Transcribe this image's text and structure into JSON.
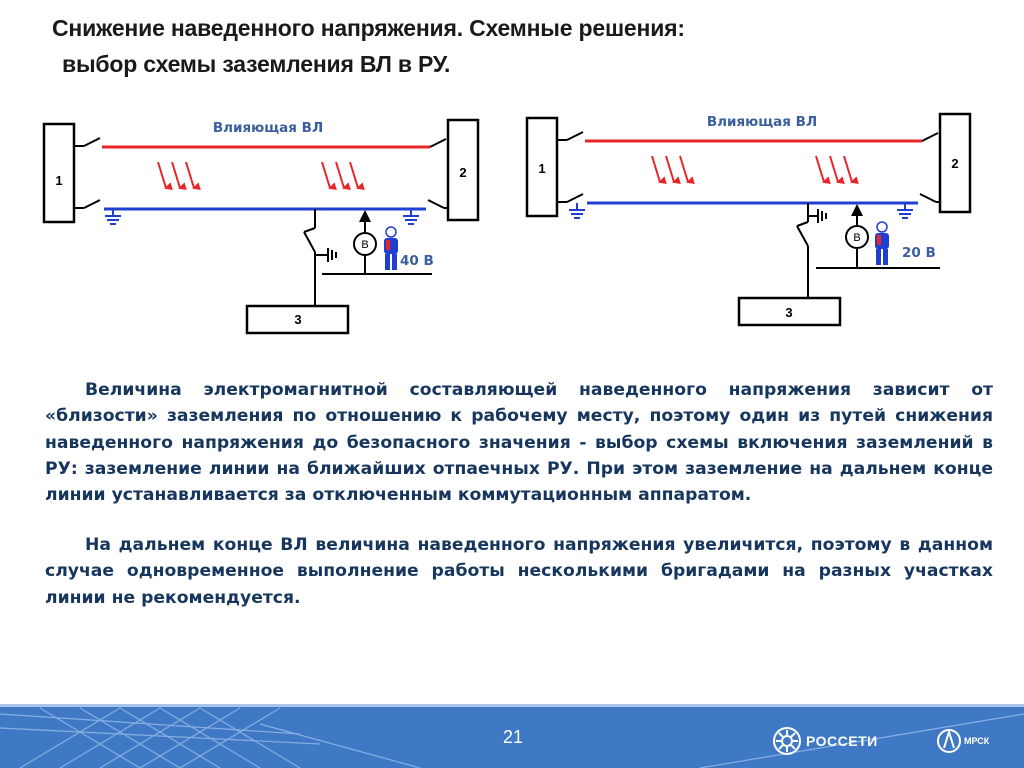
{
  "title": {
    "line1": "Снижение наведенного напряжения. Схемные решения:",
    "line2": "выбор схемы заземления ВЛ в РУ."
  },
  "diagram_left": {
    "line_label": "Влияющая ВЛ",
    "node1": "1",
    "node2": "2",
    "node3": "3",
    "meter": "В",
    "voltage": "40 В"
  },
  "diagram_right": {
    "line_label": "Влияющая ВЛ",
    "node1": "1",
    "node2": "2",
    "node3": "3",
    "meter": "В",
    "voltage": "20 В"
  },
  "paragraphs": [
    "Величина электромагнитной составляющей наведенного напряжения зависит от «близости» заземления по отношению к рабочему месту, поэтому один из путей снижения наведенного напряжения до безопасного значения - выбор схемы включения заземлений в РУ: заземление линии на ближайших отпаечных РУ. При этом заземление на дальнем конце линии устанавливается за отключенным коммутационным аппаратом.",
    "На дальнем конце ВЛ величина наведенного напряжения увеличится, поэтому в данном случае одновременное выполнение работы несколькими бригадами на разных участках линии не рекомендуется."
  ],
  "footer": {
    "page_number": "21",
    "logo_rosseti": "РОССЕТИ",
    "logo_mrsk": "МРСК"
  },
  "colors": {
    "red_line": "#e8262a",
    "blue_line": "#1f3fd0",
    "text_blue": "#17365d",
    "label_blue": "#3a5f9e",
    "footer_blue": "#3f78c4"
  }
}
